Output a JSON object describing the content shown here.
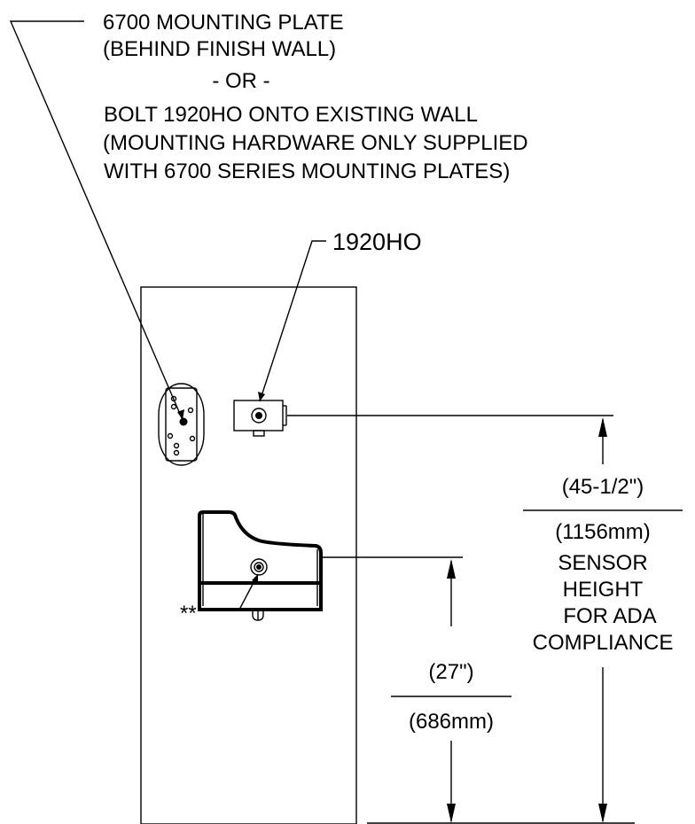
{
  "callouts": {
    "mounting_plate": {
      "lines": [
        "6700 MOUNTING PLATE",
        "(BEHIND FINISH WALL)",
        "- OR -",
        "BOLT 1920HO ONTO EXISTING WALL",
        "(MOUNTING HARDWARE ONLY SUPPLIED",
        "WITH 6700 SERIES MOUNTING PLATES)"
      ]
    },
    "sensor_unit": {
      "label": "1920HO"
    },
    "spout": {
      "label": "**"
    }
  },
  "dimensions": {
    "sensor_height": {
      "imperial": "(45-1/2\")",
      "metric": "(1156mm)",
      "note_lines": [
        "SENSOR",
        "HEIGHT",
        "FOR ADA",
        "COMPLIANCE"
      ]
    },
    "spout_height": {
      "imperial": "(27\")",
      "metric": "(686mm)"
    }
  }
}
